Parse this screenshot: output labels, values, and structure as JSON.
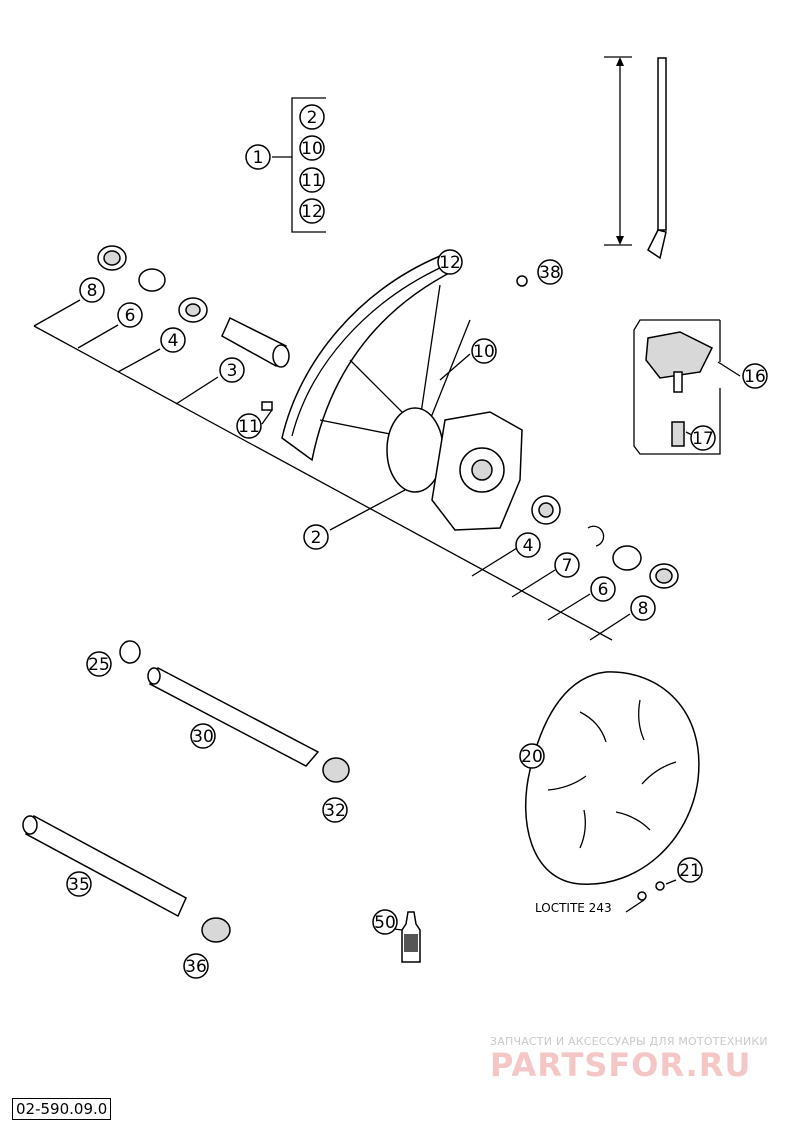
{
  "callouts": [
    "1",
    "2",
    "10",
    "11",
    "12",
    "12",
    "38",
    "10",
    "8",
    "6",
    "4",
    "3",
    "11",
    "16",
    "17",
    "2",
    "4",
    "7",
    "6",
    "8",
    "25",
    "30",
    "32",
    "20",
    "35",
    "21",
    "50",
    "36"
  ],
  "note": "LOCTITE 243",
  "doc_number": "02-590.09.0",
  "watermark": {
    "caption": "ЗАПЧАСТИ И АКСЕССУАРЫ ДЛЯ МОТОТЕХНИКИ",
    "brand": "PARTSFOR.RU"
  }
}
